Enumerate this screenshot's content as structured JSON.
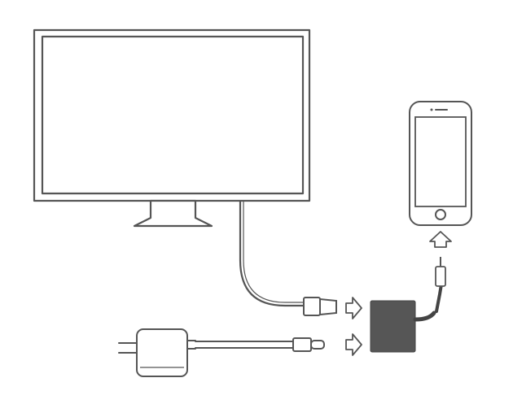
{
  "diagram": {
    "nodes": [
      {
        "id": "monitor",
        "kind": "device",
        "icon": "monitor-icon"
      },
      {
        "id": "iphone",
        "kind": "device",
        "icon": "smartphone-icon"
      },
      {
        "id": "av-adapter",
        "kind": "device",
        "icon": "adapter-icon"
      },
      {
        "id": "power-adapter",
        "kind": "device",
        "icon": "power-plug-icon"
      }
    ],
    "connections": [
      {
        "from": "monitor",
        "to": "av-adapter",
        "via": "hdmi-cable",
        "arrow": "right"
      },
      {
        "from": "power-adapter",
        "to": "av-adapter",
        "via": "lightning-cable",
        "arrow": "right"
      },
      {
        "from": "av-adapter",
        "to": "iphone",
        "via": "lightning-cable",
        "arrow": "up"
      }
    ]
  },
  "colors": {
    "outline": "#555555",
    "adapter_fill": "#565656",
    "background": "#ffffff"
  }
}
